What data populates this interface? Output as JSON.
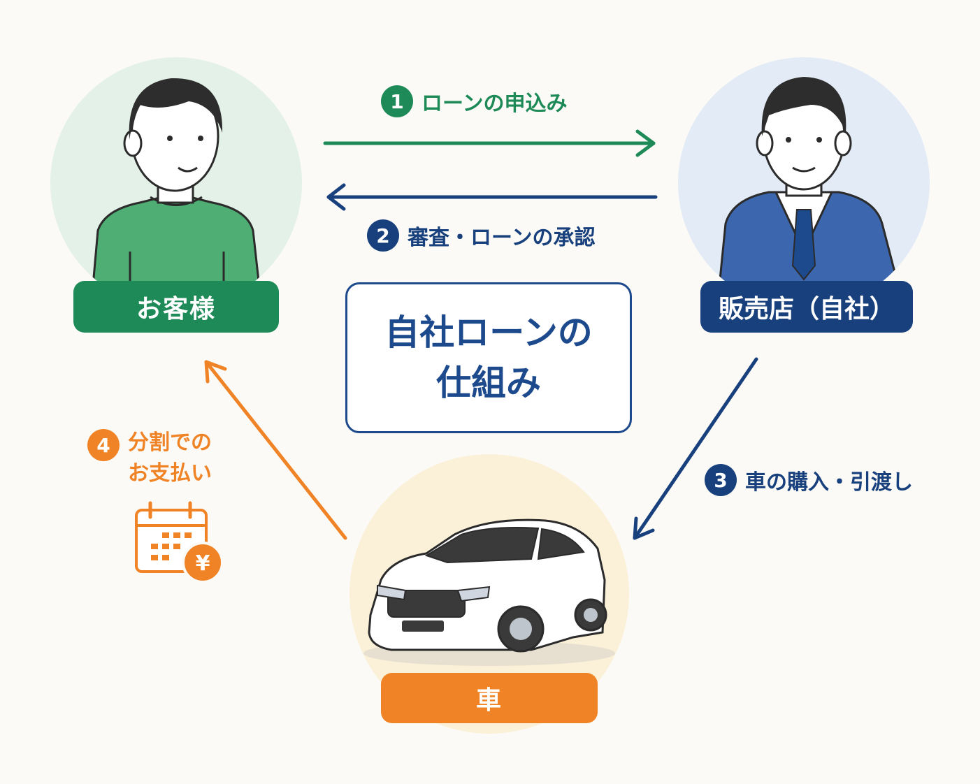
{
  "title": {
    "line1": "自社ローンの",
    "line2": "仕組み"
  },
  "nodes": {
    "customer": {
      "label": "お客様",
      "color": "#1e8a57"
    },
    "dealer": {
      "label": "販売店（自社）",
      "color": "#17407d"
    },
    "car": {
      "label": "車",
      "color": "#ef8325"
    }
  },
  "steps": [
    {
      "num": "1",
      "label": "ローンの申込み",
      "color": "#1e8a57"
    },
    {
      "num": "2",
      "label": "審査・ローンの承認",
      "color": "#17407d"
    },
    {
      "num": "3",
      "label": "車の購入・引渡し",
      "color": "#17407d"
    },
    {
      "num": "4",
      "label_line1": "分割での",
      "label_line2": "お支払い",
      "color": "#ef8325"
    }
  ],
  "icons": {
    "customer": "person-casual-icon",
    "dealer": "businessman-icon",
    "car": "car-icon",
    "payment": "calendar-yen-icon"
  }
}
